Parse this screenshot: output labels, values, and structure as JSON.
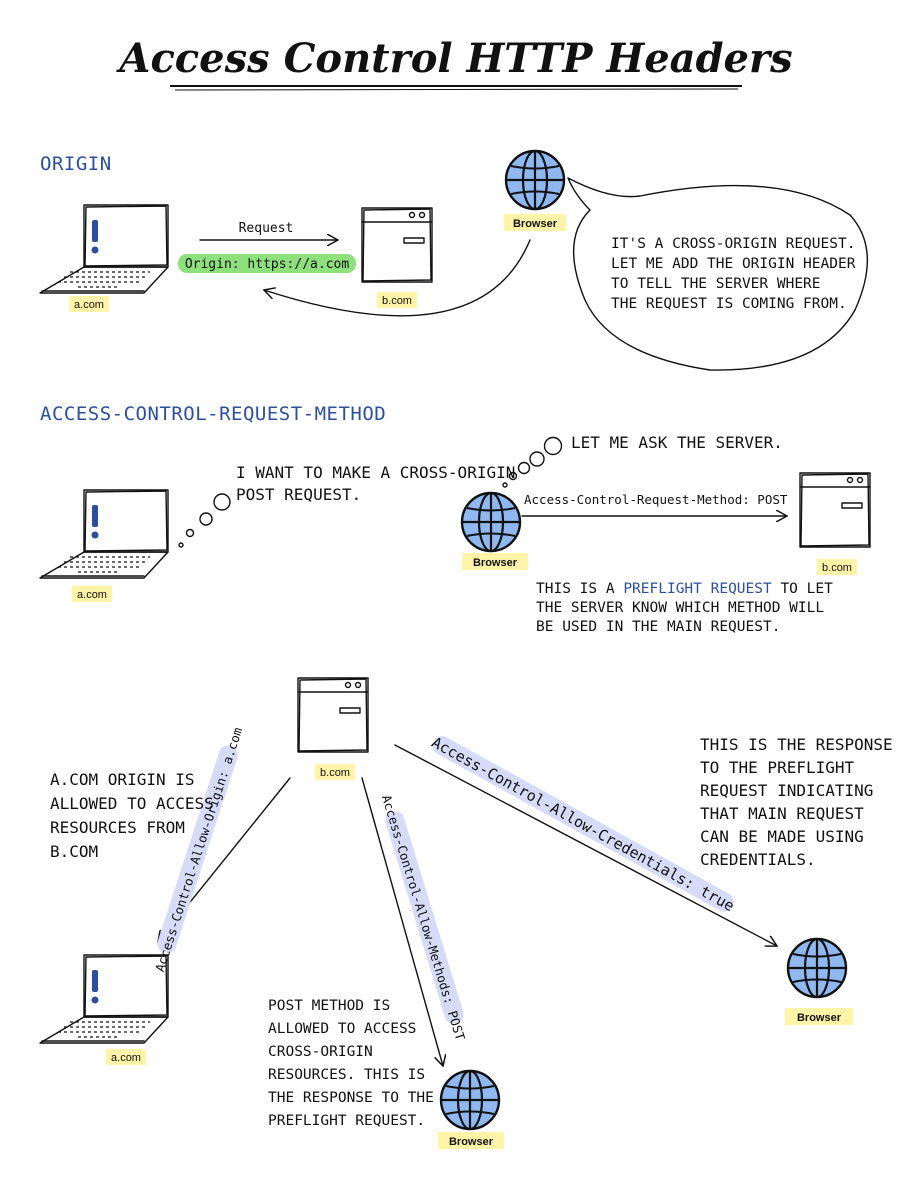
{
  "title": "Access Control HTTP Headers",
  "sections": {
    "origin": {
      "heading": "ORIGIN",
      "request_label": "Request",
      "origin_header": "Origin: https://a.com",
      "client_label": "a.com",
      "server_label": "b.com",
      "browser_label": "Browser",
      "bubble_lines": [
        "IT'S A CROSS-ORIGIN REQUEST.",
        "LET ME ADD THE ORIGIN HEADER",
        "TO TELL THE SERVER WHERE",
        "THE REQUEST IS COMING FROM."
      ]
    },
    "request_method": {
      "heading": "ACCESS-CONTROL-REQUEST-METHOD",
      "client_label": "a.com",
      "server_label": "b.com",
      "browser_label": "Browser",
      "client_thought_lines": [
        "I WANT TO MAKE A CROSS-ORIGIN",
        "POST REQUEST."
      ],
      "browser_thought": "LET ME ASK THE SERVER.",
      "header_label": "Access-Control-Request-Method: POST",
      "explain_prefix": "THIS IS A ",
      "explain_highlight": "PREFLIGHT REQUEST",
      "explain_suffix": " TO LET",
      "explain_lines": [
        "THE SERVER KNOW WHICH METHOD WILL",
        "BE USED IN THE MAIN REQUEST."
      ]
    },
    "response": {
      "server_label": "b.com",
      "client_label": "a.com",
      "browser_label_center": "Browser",
      "browser_label_right": "Browser",
      "allow_origin_header": "Access-Control-Allow-Origin: a.com",
      "allow_methods_header": "Access-Control-Allow-Methods: POST",
      "allow_credentials_header": "Access-Control-Allow-Credentials: true",
      "origin_note_lines": [
        "A.COM ORIGIN IS",
        "ALLOWED TO ACCESS",
        "RESOURCES FROM",
        "B.COM"
      ],
      "methods_note_lines": [
        "POST METHOD IS",
        "ALLOWED TO ACCESS",
        "CROSS-ORIGIN",
        "RESOURCES. THIS IS",
        "THE RESPONSE TO THE",
        "PREFLIGHT REQUEST."
      ],
      "credentials_note_lines": [
        "THIS IS THE RESPONSE",
        "TO THE PREFLIGHT",
        "REQUEST INDICATING",
        "THAT MAIN REQUEST",
        "CAN BE MADE USING",
        "CREDENTIALS."
      ]
    }
  },
  "colors": {
    "heading": "#2b4f9e",
    "label_highlight": "#fff4a8",
    "origin_highlight": "#8ee07c",
    "header_highlight": "#d6dcf7",
    "globe_fill": "#8fb8f0",
    "laptop_icon": "#2b4f9e"
  },
  "icons": [
    "laptop-icon",
    "server-icon",
    "globe-icon",
    "arrow-icon",
    "thought-bubble-icon",
    "speech-bubble-icon"
  ]
}
